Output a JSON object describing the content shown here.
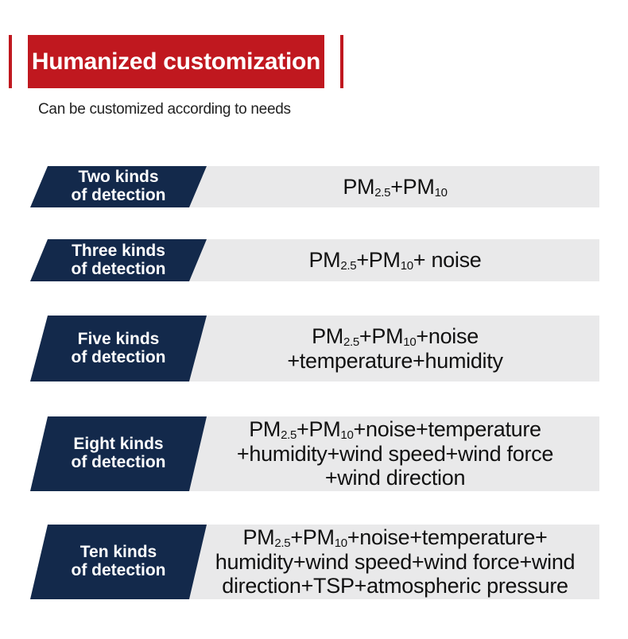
{
  "header": {
    "title": "Humanized customization",
    "subtitle": "Can be customized according to needs"
  },
  "rows": [
    {
      "label": [
        "Two kinds",
        "of detection"
      ],
      "value": [
        "PM2.5+PM10"
      ]
    },
    {
      "label": [
        "Three kinds",
        "of detection"
      ],
      "value": [
        "PM2.5+PM10+ noise"
      ]
    },
    {
      "label": [
        "Five kinds",
        "of detection"
      ],
      "value": [
        "PM2.5+PM10+noise",
        "+temperature+humidity"
      ]
    },
    {
      "label": [
        "Eight kinds",
        "of detection"
      ],
      "value": [
        "PM2.5+PM10+noise+temperature",
        "+humidity+wind speed+wind force",
        "+wind direction"
      ]
    },
    {
      "label": [
        "Ten kinds",
        "of detection"
      ],
      "value": [
        "PM2.5+PM10+noise+temperature+",
        "humidity+wind speed+wind force+wind",
        "direction+TSP+atmospheric pressure"
      ]
    }
  ],
  "colors": {
    "accent_red": "#c0181f",
    "label_navy": "#13294b",
    "value_bg": "#e9e9ea"
  }
}
